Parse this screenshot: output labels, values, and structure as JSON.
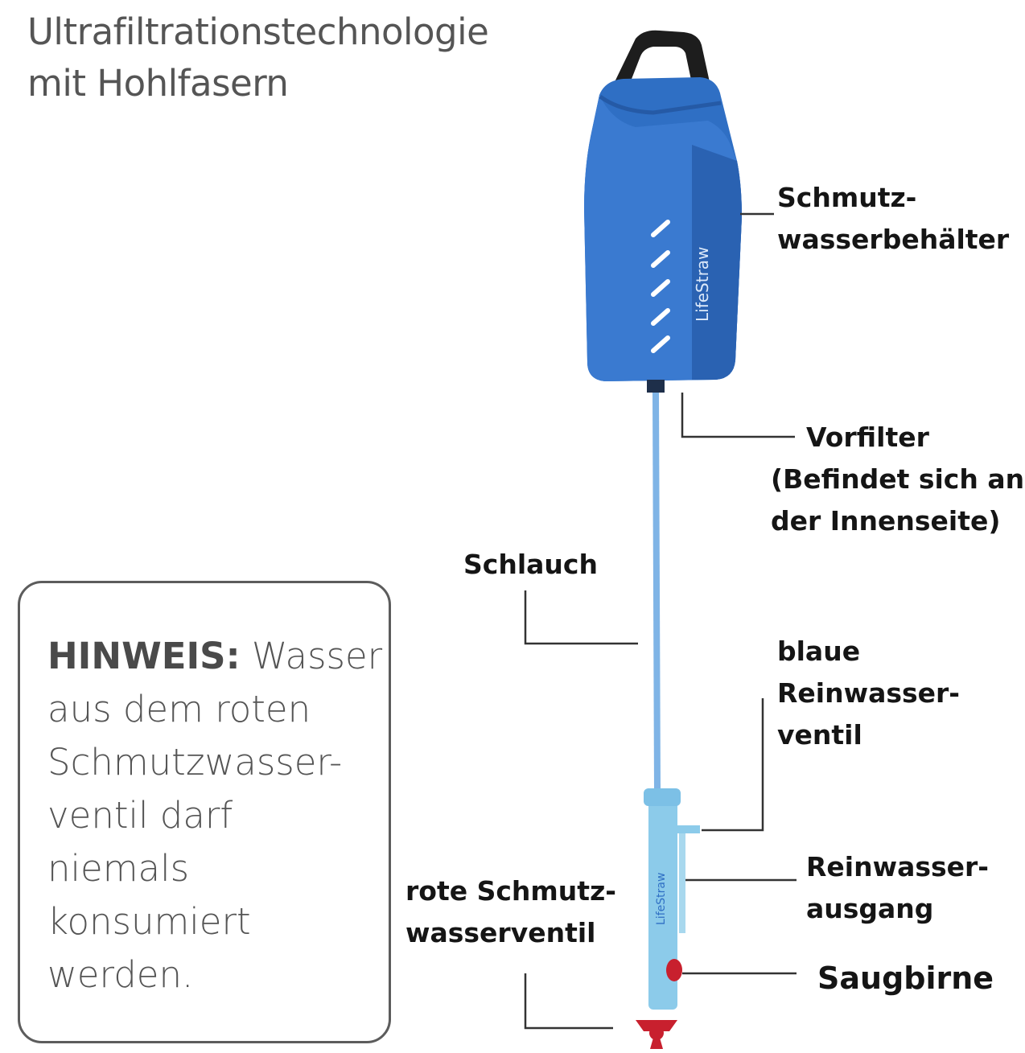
{
  "title": {
    "line1": "Ultrafiltrationstechnologie",
    "line2": "mit Hohlfasern"
  },
  "labels": {
    "container": [
      "Schmutz-",
      "wasserbehälter"
    ],
    "prefilter": [
      "Vorfilter",
      "(Befindet sich an",
      "der Innenseite)"
    ],
    "hose": "Schlauch",
    "blue_valve": [
      "blaue",
      "Reinwasser-",
      "ventil"
    ],
    "clean_outlet": [
      "Reinwasser-",
      "ausgang"
    ],
    "red_valve": [
      "rote Schmutz-",
      "wasserventil"
    ],
    "bulb": "Saugbirne"
  },
  "note": {
    "heading": "HINWEIS:",
    "lines": [
      "Wasser",
      "aus dem roten",
      "Schmutzwasser-",
      "ventil darf",
      "niemals",
      "konsumiert",
      "werden."
    ]
  },
  "bag_logo": "LifeStraw",
  "colors": {
    "bag": "#2f6fc4",
    "hose": "#7fb4e6",
    "filter": "#8ccbea",
    "red": "#c8202e",
    "leader": "#333333"
  }
}
